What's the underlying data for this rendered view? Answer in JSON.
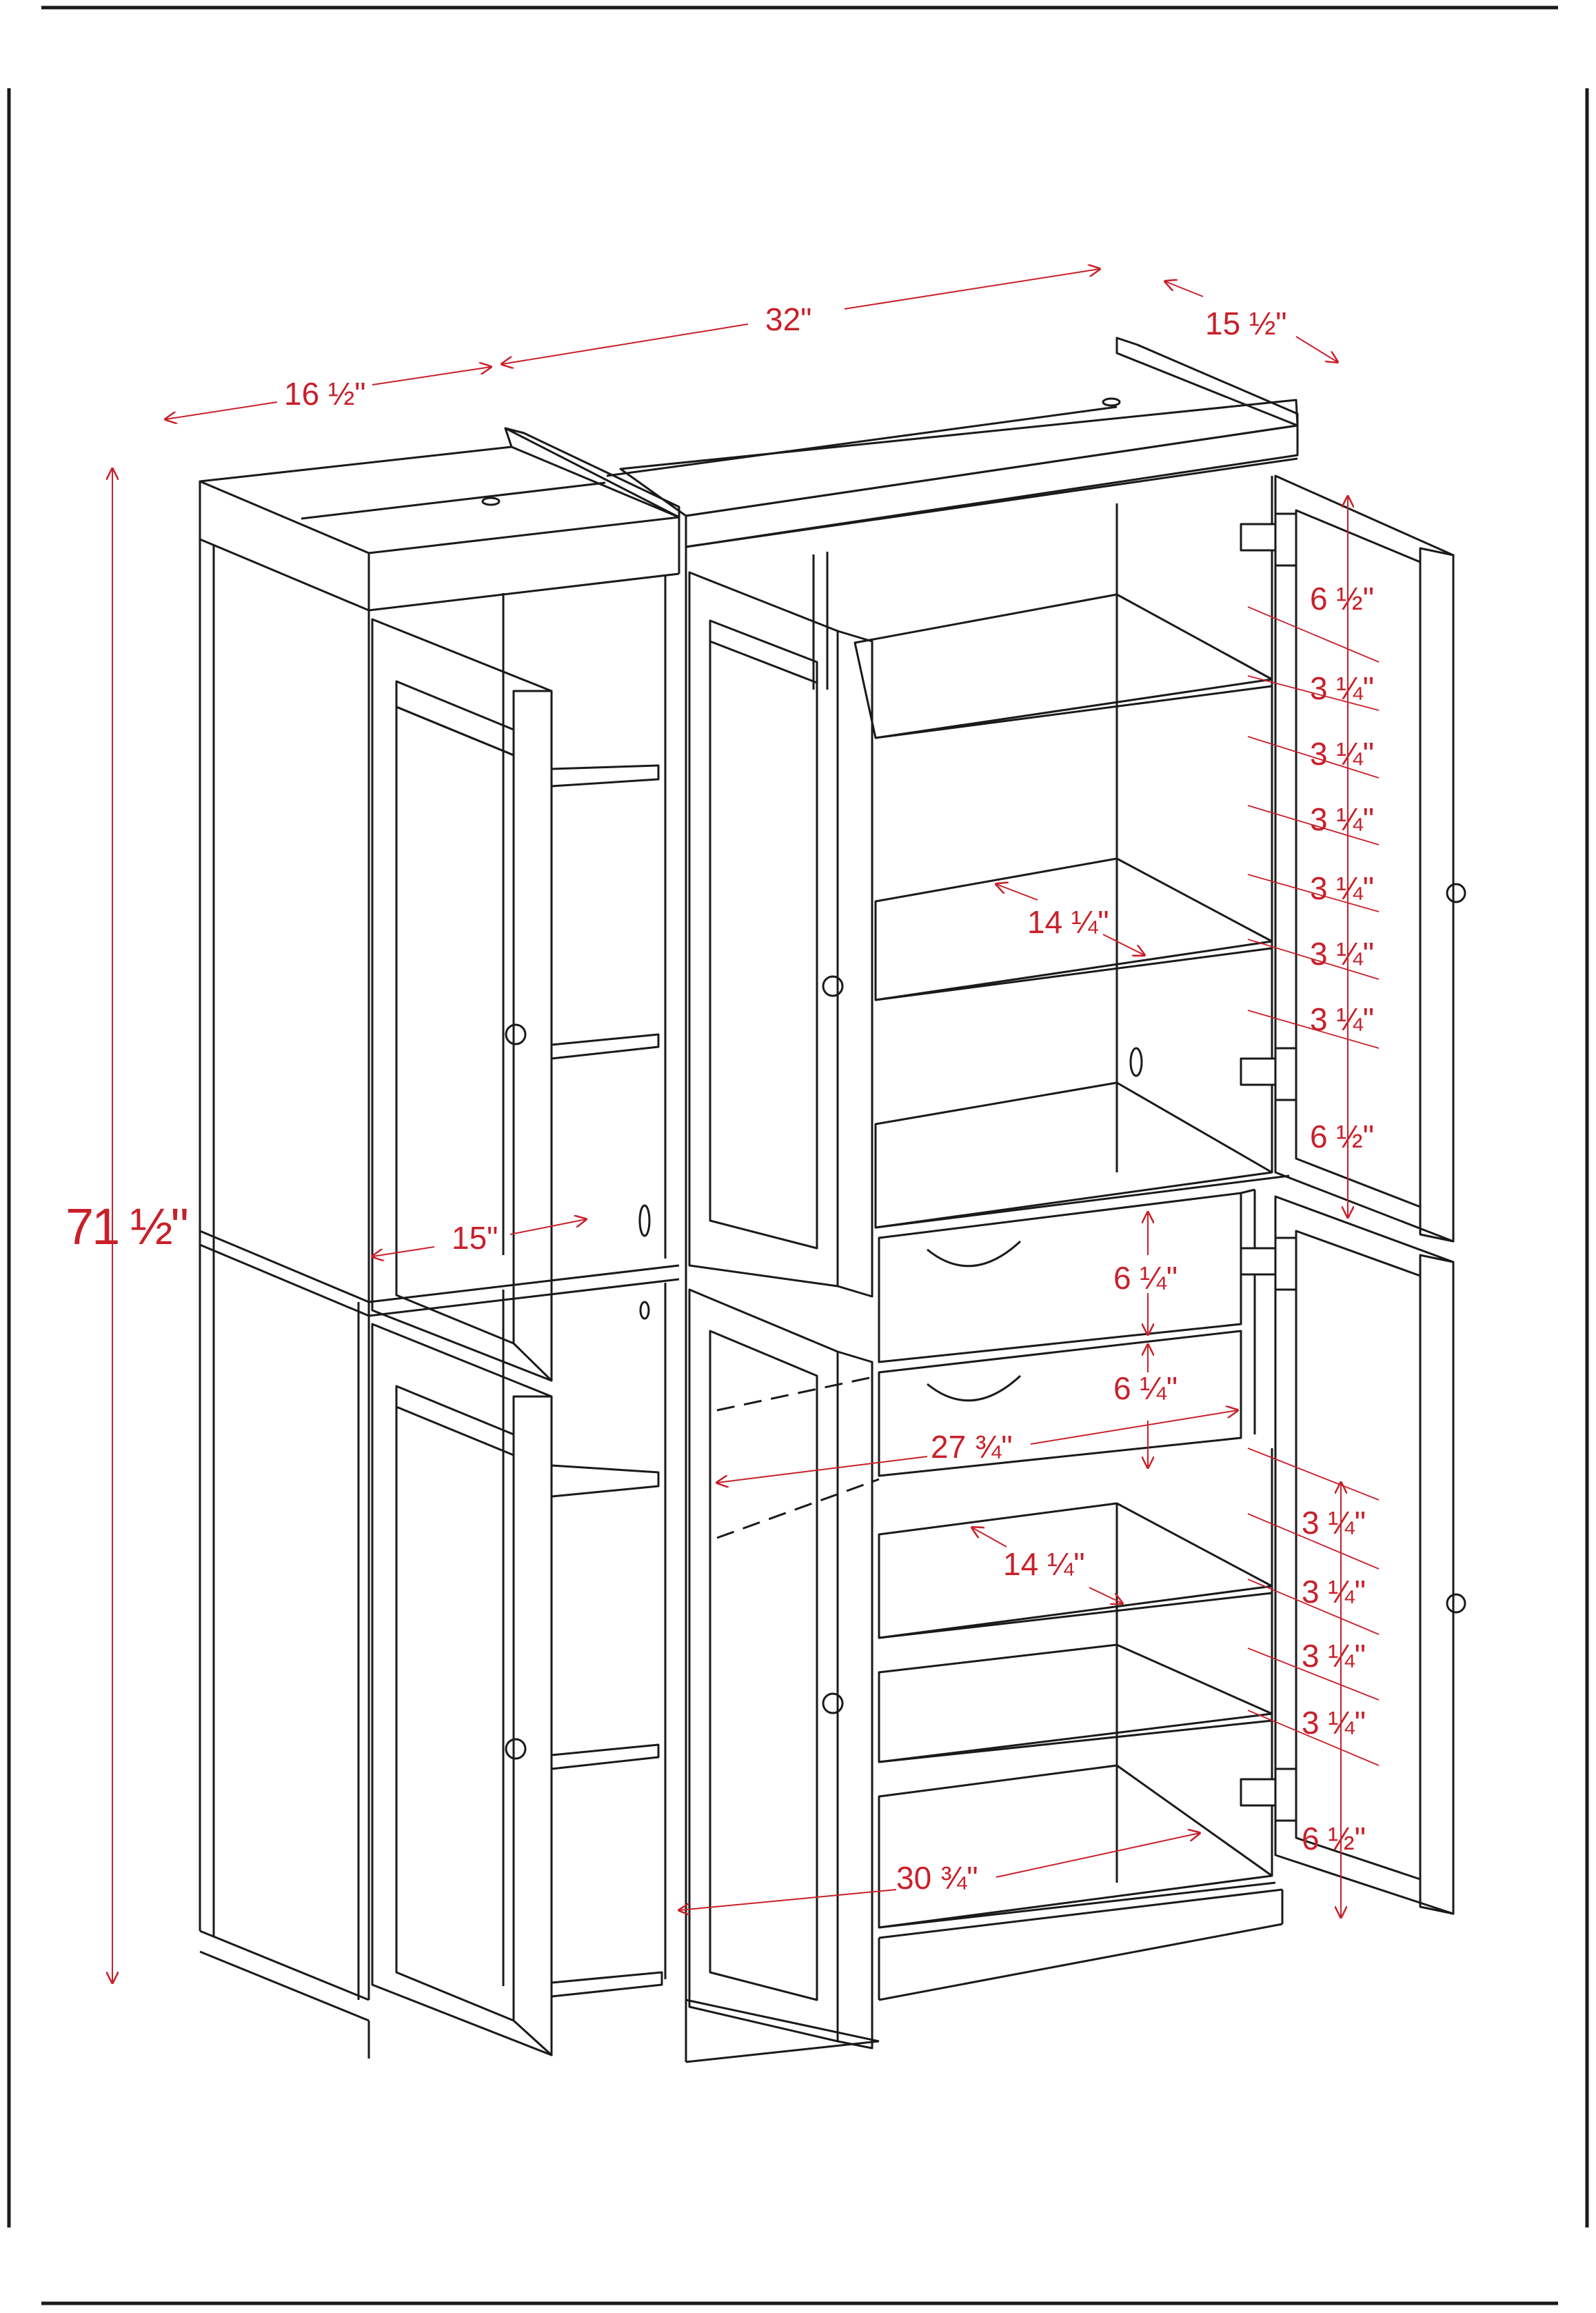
{
  "colors": {
    "dimension": "#c8202a",
    "line": "#1a1a1a",
    "background": "#ffffff"
  },
  "dimensions": {
    "overall_height": "71 ½\"",
    "width_left": "16 ½\"",
    "width_right": "32\"",
    "depth": "15 ½\"",
    "left_shelf_depth": "15\"",
    "upper_shelf_width": "14 ¼\"",
    "lower_shelf_width": "14 ¼\"",
    "drawer_top_height": "6 ¼\"",
    "drawer_bottom_height": "6 ¼\"",
    "drawer_width": "27 ¾\"",
    "base_width": "30 ¾\"",
    "upper_spacing": [
      "6 ½\"",
      "3 ¼\"",
      "3 ¼\"",
      "3 ¼\"",
      "3 ¼\"",
      "3 ¼\"",
      "3 ¼\"",
      "6 ½\""
    ],
    "lower_spacing": [
      "3 ¼\"",
      "3 ¼\"",
      "3 ¼\"",
      "3 ¼\"",
      "6 ½\""
    ]
  }
}
